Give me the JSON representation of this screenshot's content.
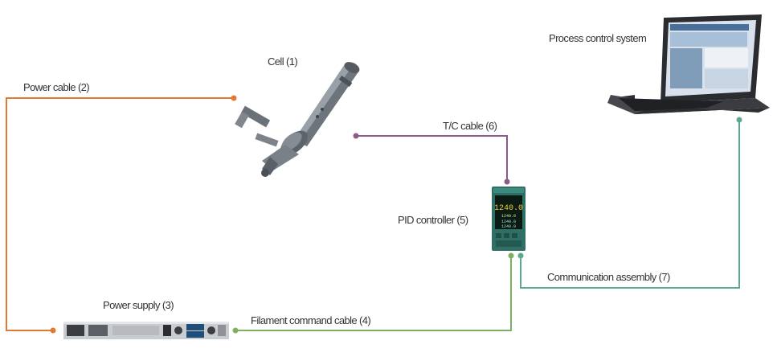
{
  "labels": {
    "cell": "Cell (1)",
    "power_cable": "Power cable (2)",
    "power_supply": "Power supply (3)",
    "filament_cable": "Filament command cable (4)",
    "pid_controller": "PID controller (5)",
    "tc_cable": "T/C cable (6)",
    "communication_assembly": "Communication assembly (7)",
    "process_control_system": "Process control system"
  },
  "pid_display": {
    "main_value": "1240.0",
    "line_1": "1240.0",
    "line_2": "1240.0",
    "line_3": "1240.0"
  },
  "colors": {
    "power_cable": "#e07a30",
    "tc_cable": "#8a5a8a",
    "filament_cable": "#7fb061",
    "comm_cable": "#5aaa8c"
  }
}
